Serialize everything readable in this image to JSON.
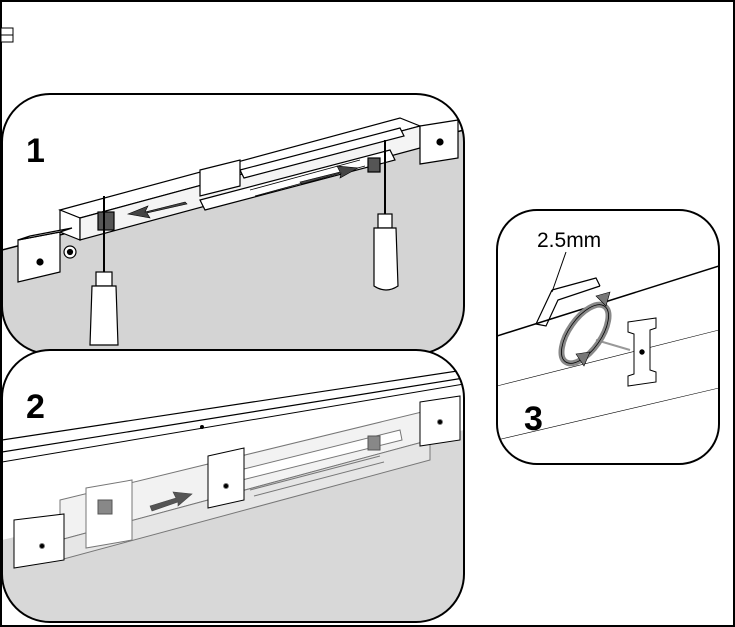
{
  "steps": [
    {
      "number": "1"
    },
    {
      "number": "2"
    },
    {
      "number": "3",
      "dimension": "2.5mm"
    }
  ],
  "icons": [
    "page-corner-icon",
    "screwdriver-icon",
    "hex-key-icon",
    "arrow-icon"
  ]
}
